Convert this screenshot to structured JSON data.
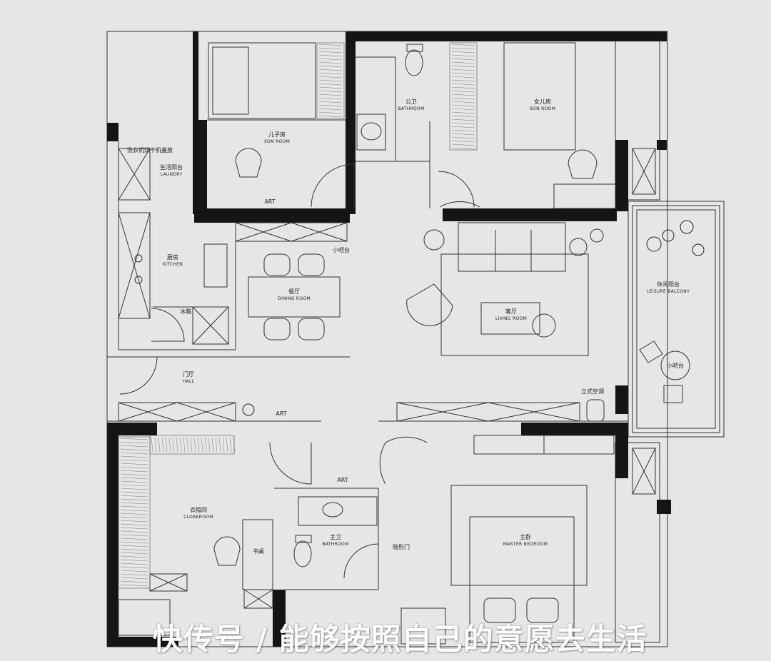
{
  "colors": {
    "background": "#e6e6e6",
    "wall": "#151515",
    "line": "#333333",
    "watermark": "#ffffff"
  },
  "rooms": {
    "son_room": {
      "cn": "儿子房",
      "en": "SON ROOM"
    },
    "public_bath": {
      "cn": "公卫",
      "en": "BATHROOM"
    },
    "daughter_room": {
      "cn": "女儿房",
      "en": "SON ROOM"
    },
    "laundry": {
      "cn": "生活阳台",
      "en": "LAUNDRY"
    },
    "kitchen": {
      "cn": "厨房",
      "en": "KITCHEN"
    },
    "dining": {
      "cn": "餐厅",
      "en": "DINING ROOM"
    },
    "living": {
      "cn": "客厅",
      "en": "LIVING ROOM"
    },
    "balcony": {
      "cn": "休闲阳台",
      "en": "LEISURE BALCONY"
    },
    "hall": {
      "cn": "门厅",
      "en": "HALL"
    },
    "cloakroom": {
      "cn": "衣帽间",
      "en": "CLOAKROOM"
    },
    "master_bath": {
      "cn": "主卫",
      "en": "BATHROOM"
    },
    "master_bedroom": {
      "cn": "主卧",
      "en": "MASTER BEDROOM"
    }
  },
  "notes": {
    "washer_dryer": "洗衣机烘干机叠放",
    "mini_bar": "小吧台",
    "fridge": "冰箱",
    "art_1": "ART",
    "art_2": "ART",
    "art_3": "ART",
    "ac": "立式空调",
    "balcony_bar": "小吧台",
    "desk": "书桌",
    "hidden_door": "隐形门"
  },
  "watermark": "快传号 / 能够按照自己的意愿去生活"
}
